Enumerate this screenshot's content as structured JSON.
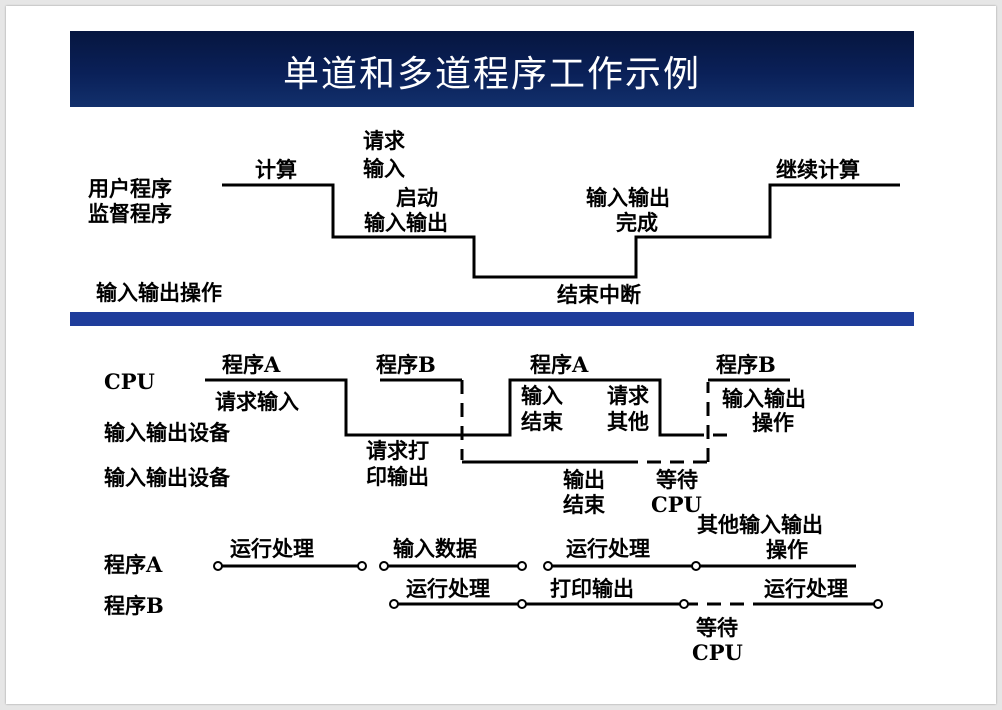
{
  "title": "单道和多道程序工作示例",
  "single": {
    "row_user": "用户程序",
    "row_monitor": "监督程序",
    "row_io": "输入输出操作",
    "compute": "计算",
    "req_line1": "请求",
    "req_line2": "输入",
    "start_line1": "启动",
    "start_line2": "输入输出",
    "done_line1": "输入输出",
    "done_line2": "完成",
    "end_int": "结束中断",
    "continue": "继续计算"
  },
  "multi": {
    "row_cpu": "CPU",
    "row_io1": "输入输出设备",
    "row_io2": "输入输出设备",
    "prog_a1": "程序A",
    "prog_b1": "程序B",
    "prog_a2": "程序A",
    "prog_b2": "程序B",
    "req_input": "请求输入",
    "req_print_l1": "请求打",
    "req_print_l2": "印输出",
    "in_end_l1": "输入",
    "in_end_l2": "结束",
    "req_other_l1": "请求",
    "req_other_l2": "其他",
    "io_op_l1": "输入输出",
    "io_op_l2": "操作",
    "out_end_l1": "输出",
    "out_end_l2": "结束",
    "wait_cpu_l1": "等待",
    "wait_cpu_l2": "CPU"
  },
  "timeline": {
    "row_a": "程序A",
    "row_b": "程序B",
    "a_run1": "运行处理",
    "a_input": "输入数据",
    "a_run2": "运行处理",
    "a_other_l1": "其他输入输出",
    "a_other_l2": "操作",
    "b_run1": "运行处理",
    "b_print": "打印输出",
    "b_run2": "运行处理",
    "b_wait_l1": "等待",
    "b_wait_l2": "CPU"
  }
}
